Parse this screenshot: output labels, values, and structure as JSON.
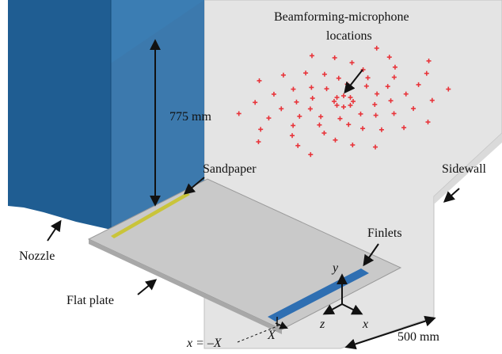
{
  "labels": {
    "mic_line1": "Beamforming-microphone",
    "mic_line2": "locations",
    "height": "775 mm",
    "sandpaper": "Sandpaper",
    "sidewall": "Sidewall",
    "finlets": "Finlets",
    "nozzle": "Nozzle",
    "flat_plate": "Flat plate",
    "width": "500 mm",
    "x_eq": "x = –X",
    "X": "X",
    "axis_x": "x",
    "axis_y": "y",
    "axis_z": "z"
  },
  "colors": {
    "nozzle_front": "#1f5d92",
    "nozzle_side": "#2b6ea6",
    "nozzle_top": "#3a80b8",
    "sidewall": "#e3e3e3",
    "plate": "#c9c9c9",
    "sandpaper": "#c9c43a",
    "finlets": "#2f6fb2",
    "microphones": "#e8343a"
  },
  "microphones": {
    "count": 68,
    "icon": "red-cross-marker"
  }
}
